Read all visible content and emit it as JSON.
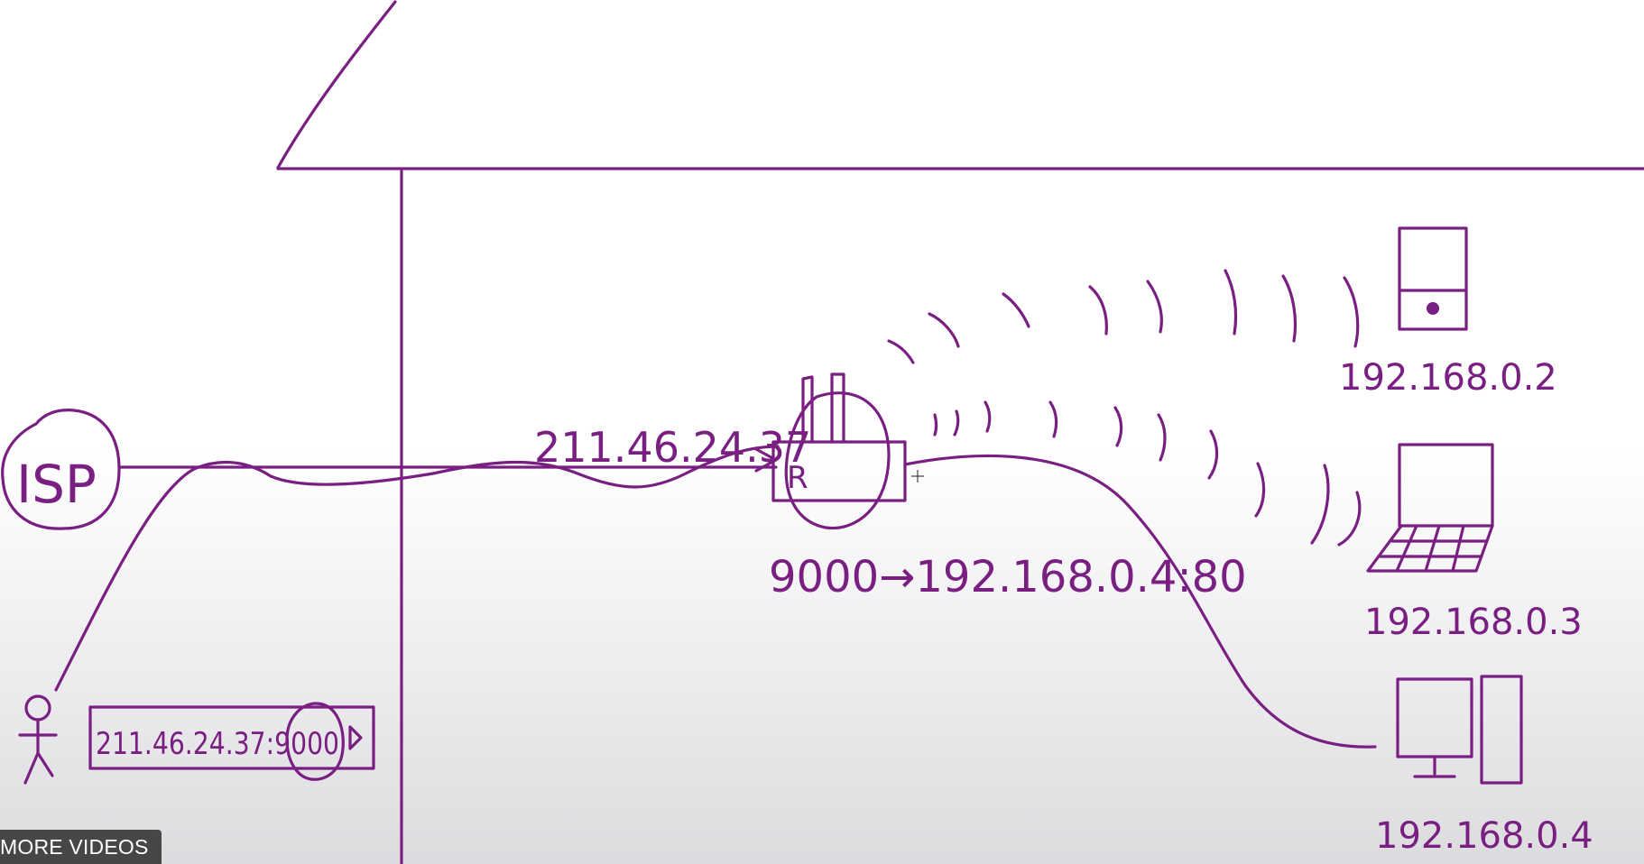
{
  "colors": {
    "ink": "#7a1f82",
    "overlay": "#212121"
  },
  "overlay": {
    "more_videos_label": "MORE VIDEOS"
  },
  "diagram": {
    "isp_label": "ISP",
    "router_label": "R",
    "public_ip_label": "211.46.24.37",
    "browser_address": "211.46.24.37:9000",
    "port_forward_rule": "9000→192.168.0.4:80",
    "devices": [
      {
        "name": "server",
        "ip": "192.168.0.2"
      },
      {
        "name": "laptop",
        "ip": "192.168.0.3"
      },
      {
        "name": "desktop",
        "ip": "192.168.0.4"
      }
    ]
  }
}
